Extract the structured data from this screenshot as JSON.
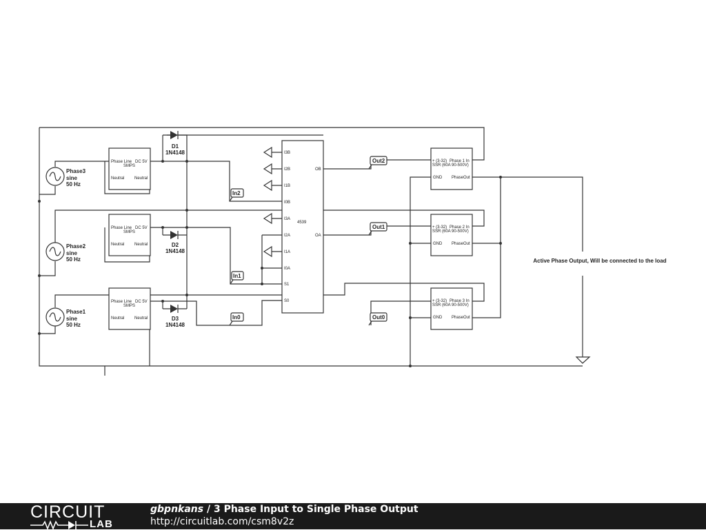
{
  "schematic": {
    "sources": [
      {
        "name": "Phase3",
        "waveform": "sine",
        "freq": "50 Hz"
      },
      {
        "name": "Phase2",
        "waveform": "sine",
        "freq": "50 Hz"
      },
      {
        "name": "Phase1",
        "waveform": "sine",
        "freq": "50 Hz"
      }
    ],
    "smps": {
      "pin_in": "Phase Line",
      "pin_out": "DC 5V",
      "body": "SMPS",
      "pin_n1": "Neutral",
      "pin_n2": "Neutral"
    },
    "diodes": [
      {
        "ref": "D1",
        "part": "1N4148"
      },
      {
        "ref": "D2",
        "part": "1N4148"
      },
      {
        "ref": "D3",
        "part": "1N4148"
      }
    ],
    "mux": {
      "part": "4539",
      "pins": [
        "I3B",
        "I2B",
        "I1B",
        "I0B",
        "I3A",
        "I2A",
        "I1A",
        "I0A",
        "S1",
        "S0",
        "OB",
        "OA"
      ]
    },
    "inputs": [
      "In2",
      "In1",
      "In0"
    ],
    "outputs": [
      "Out2",
      "Out1",
      "Out0"
    ],
    "ssr": [
      {
        "pin1": "+ (3-32)",
        "pin2": "Phase 1 In",
        "body": "SSR (60A 90-500V)",
        "gnd": "GND",
        "out": "PhaseOut"
      },
      {
        "pin1": "+ (3-32)",
        "pin2": "Phase 2 In",
        "body": "SSR (60A 90-500V)",
        "gnd": "GND",
        "out": "PhaseOut"
      },
      {
        "pin1": "+ (3-32)",
        "pin2": "Phase 3 In",
        "body": "SSR (60A 90-500V)",
        "gnd": "GND",
        "out": "PhaseOut"
      }
    ],
    "note": "Active Phase Output, Will be connected to the load"
  },
  "footer": {
    "logo_top": "CIRCUIT",
    "logo_bottom": "LAB",
    "username": "gbpnkans",
    "separator": " / ",
    "title": "3 Phase Input to Single Phase Output",
    "url": "http://circuitlab.com/csm8v2z"
  },
  "colors": {
    "footer_bg": "#1a1a1a",
    "wire": "#333333"
  }
}
